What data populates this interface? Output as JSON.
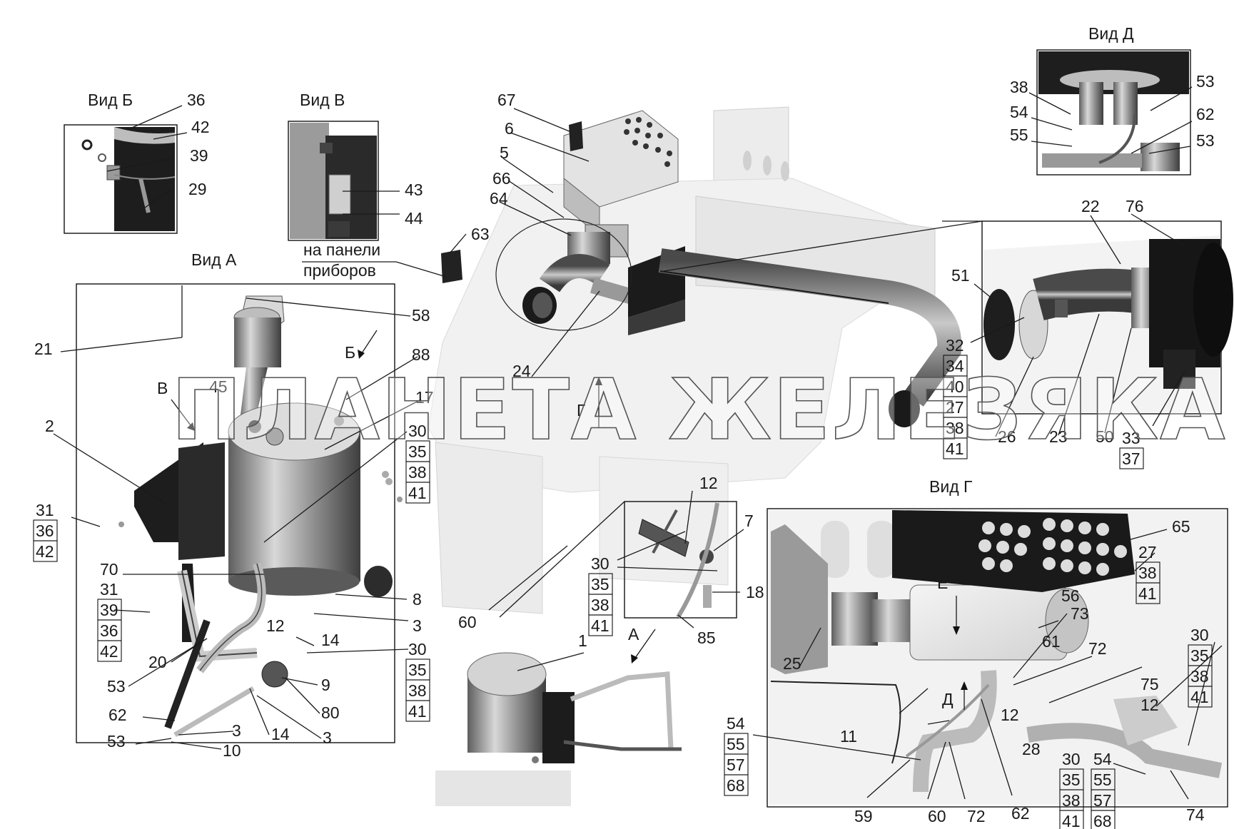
{
  "watermark": "ПЛАНЕТА ЖЕЛЕЗЯКА",
  "views": {
    "b": "Вид Б",
    "v": "Вид В",
    "a": "Вид А",
    "d": "Вид Д",
    "g": "Вид Г"
  },
  "panel_note": {
    "line1": "на панели",
    "line2": "приборов"
  },
  "arrow_letters": {
    "b": "Б",
    "v": "В",
    "a": "А",
    "g": "Г",
    "e": "Е",
    "d": "Д"
  },
  "callouts": {
    "c36": "36",
    "c42": "42",
    "c39": "39",
    "c29": "29",
    "c43": "43",
    "c44": "44",
    "c67": "67",
    "c6": "6",
    "c5": "5",
    "c66": "66",
    "c64": "64",
    "c63": "63",
    "c24": "24",
    "c58": "58",
    "c21": "21",
    "c88": "88",
    "c45": "45",
    "c17": "17",
    "c2": "2",
    "s30a": [
      "30",
      "35",
      "38",
      "41"
    ],
    "s31a": [
      "31",
      "36",
      "42"
    ],
    "c70": "70",
    "s31b": [
      "31",
      "39",
      "36",
      "42"
    ],
    "c8": "8",
    "c3a": "3",
    "c12a": "12",
    "c14a": "14",
    "s30b": [
      "30",
      "35",
      "38",
      "41"
    ],
    "c20": "20",
    "c53a": "53",
    "c9": "9",
    "c80": "80",
    "c62a": "62",
    "c3b": "3",
    "c14b": "14",
    "c53b": "53",
    "c3c": "3",
    "c10": "10",
    "c12b": "12",
    "c7": "7",
    "s30c": [
      "30",
      "35",
      "38",
      "41"
    ],
    "c18": "18",
    "c85": "85",
    "c60a": "60",
    "c1": "1",
    "c38d": "38",
    "c54d": "54",
    "c55d": "55",
    "c53d1": "53",
    "c62d": "62",
    "c53d2": "53",
    "c22": "22",
    "c76": "76",
    "c51": "51",
    "s32": [
      "32",
      "34",
      "40",
      "27",
      "38",
      "41"
    ],
    "c26": "26",
    "c23": "23",
    "c50": "50",
    "s33": [
      "33",
      "37"
    ],
    "c65": "65",
    "s27": [
      "27",
      "38",
      "41"
    ],
    "c25": "25",
    "c56": "56",
    "c73": "73",
    "c61": "61",
    "c72a": "72",
    "c75": "75",
    "s30g": [
      "30",
      "35",
      "38",
      "41"
    ],
    "c12g": "12",
    "c11": "11",
    "c28": "28",
    "s54a": [
      "54",
      "55",
      "57",
      "68"
    ],
    "s30h": [
      "30",
      "35",
      "38",
      "41"
    ],
    "s54b": [
      "54",
      "55",
      "57",
      "68"
    ],
    "c59": "59",
    "c60b": "60",
    "c72b": "72",
    "c62g": "62",
    "c74": "74"
  }
}
